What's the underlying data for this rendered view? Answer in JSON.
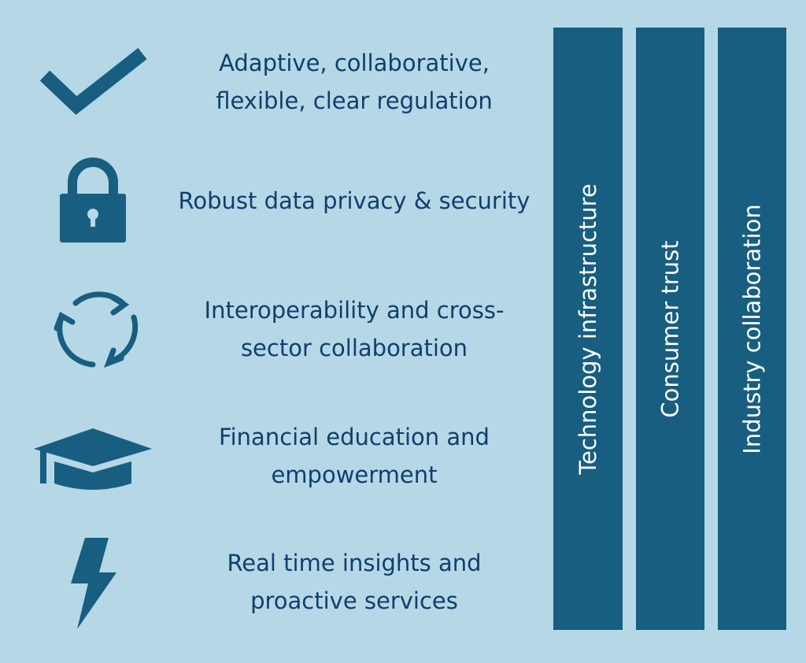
{
  "items": [
    {
      "icon": "checkmark-icon",
      "text": "Adaptive, collaborative, flexible, clear regulation"
    },
    {
      "icon": "lock-icon",
      "text": "Robust data privacy & security"
    },
    {
      "icon": "cycle-arrows-icon",
      "text": "Interoperability and cross-sector collaboration"
    },
    {
      "icon": "graduation-cap-icon",
      "text": "Financial education and empowerment"
    },
    {
      "icon": "lightning-bolt-icon",
      "text": "Real time insights and proactive services"
    }
  ],
  "pillars": [
    "Technology infrastructure",
    "Consumer trust",
    "Industry collaboration"
  ],
  "colors": {
    "background": "#b6d7e6",
    "accent": "#175e80",
    "text": "#103f6d"
  }
}
